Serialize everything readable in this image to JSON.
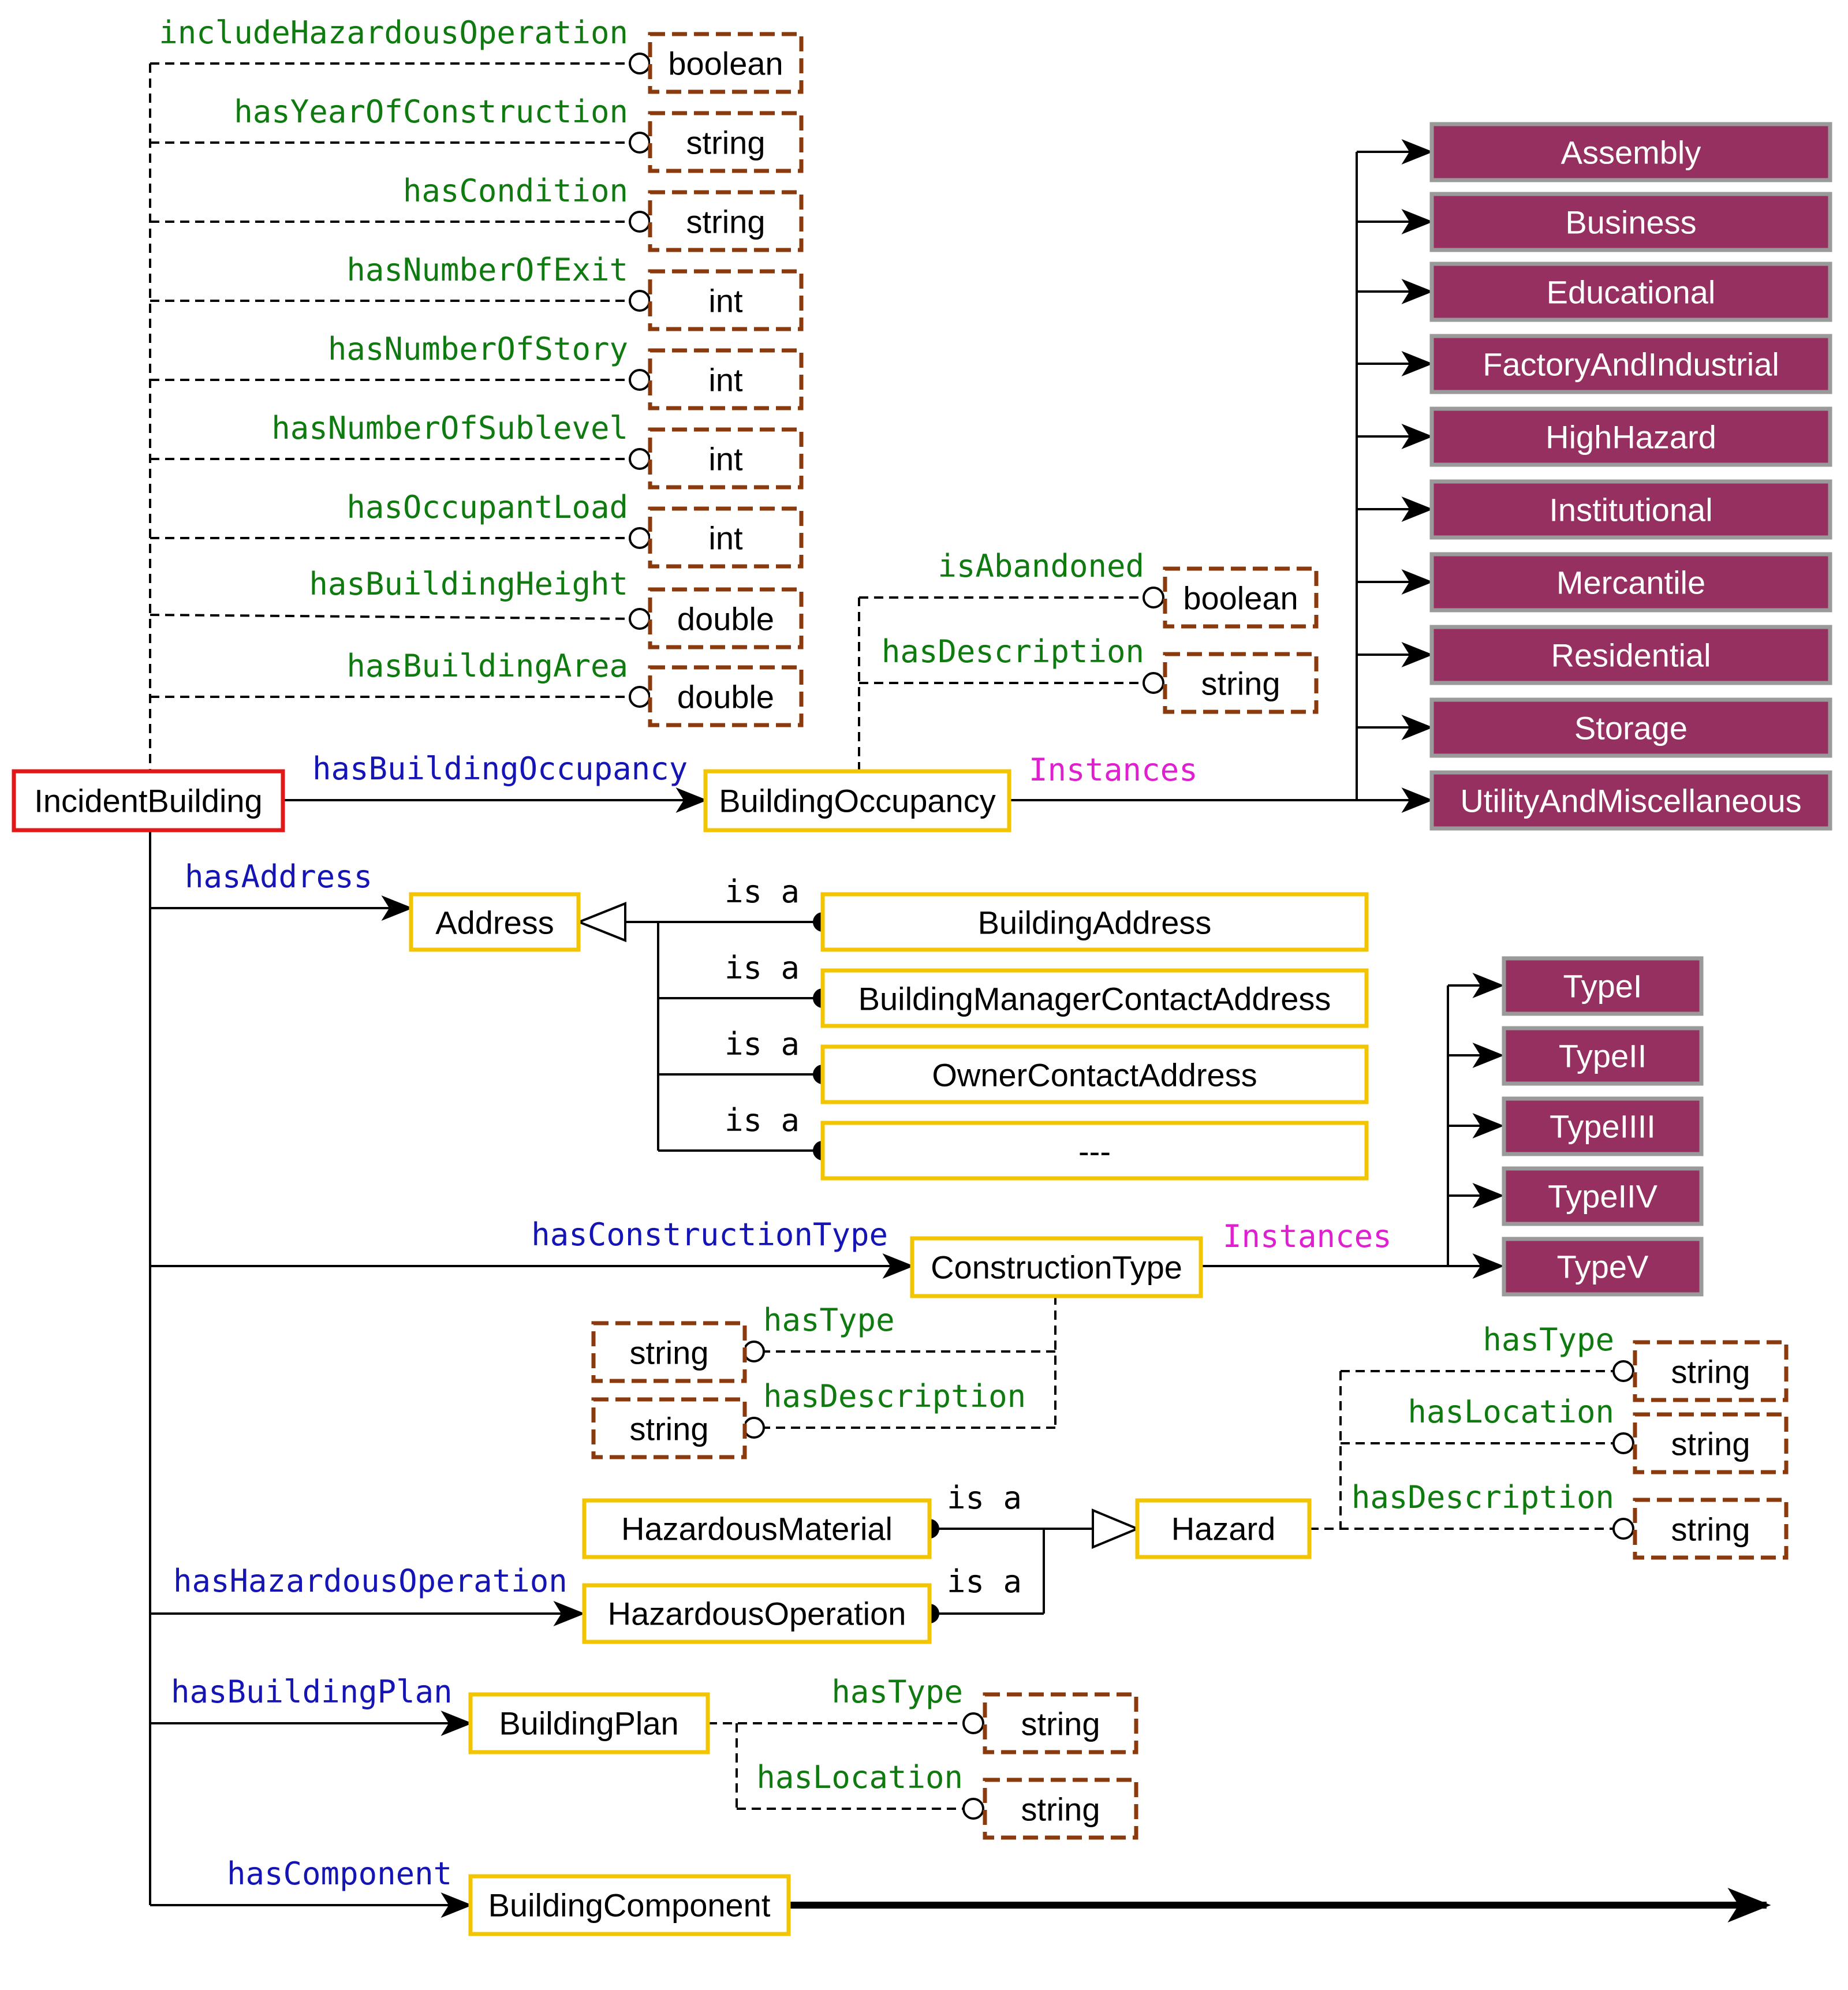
{
  "root": {
    "label": "IncidentBuilding"
  },
  "building_properties": [
    {
      "property": "includeHazardousOperation",
      "datatype": "boolean"
    },
    {
      "property": "hasYearOfConstruction",
      "datatype": "string"
    },
    {
      "property": "hasCondition",
      "datatype": "string"
    },
    {
      "property": "hasNumberOfExit",
      "datatype": "int"
    },
    {
      "property": "hasNumberOfStory",
      "datatype": "int"
    },
    {
      "property": "hasNumberOfSublevel",
      "datatype": "int"
    },
    {
      "property": "hasOccupantLoad",
      "datatype": "int"
    },
    {
      "property": "hasBuildingHeight",
      "datatype": "double"
    },
    {
      "property": "hasBuildingArea",
      "datatype": "double"
    }
  ],
  "occupancy": {
    "relation": "hasBuildingOccupancy",
    "label": "BuildingOccupancy",
    "properties": [
      {
        "property": "isAbandoned",
        "datatype": "boolean"
      },
      {
        "property": "hasDescription",
        "datatype": "string"
      }
    ],
    "instances_label": "Instances",
    "instances": [
      "Assembly",
      "Business",
      "Educational",
      "FactoryAndIndustrial",
      "HighHazard",
      "Institutional",
      "Mercantile",
      "Residential",
      "Storage",
      "UtilityAndMiscellaneous"
    ]
  },
  "address": {
    "relation": "hasAddress",
    "label": "Address",
    "isa_label": "is a",
    "subclasses": [
      "BuildingAddress",
      "BuildingManagerContactAddress",
      "OwnerContactAddress",
      "---"
    ]
  },
  "construction": {
    "relation": "hasConstructionType",
    "label": "ConstructionType",
    "instances_label": "Instances",
    "instances": [
      "TypeI",
      "TypeII",
      "TypeIIII",
      "TypeIIV",
      "TypeV"
    ],
    "properties": [
      {
        "property": "hasType",
        "datatype": "string"
      },
      {
        "property": "hasDescription",
        "datatype": "string"
      }
    ]
  },
  "hazard": {
    "label": "Hazard",
    "isa_label": "is a",
    "subclasses": [
      "HazardousMaterial",
      "HazardousOperation"
    ],
    "properties": [
      {
        "property": "hasType",
        "datatype": "string"
      },
      {
        "property": "hasLocation",
        "datatype": "string"
      },
      {
        "property": "hasDescription",
        "datatype": "string"
      }
    ]
  },
  "hazardous_operation": {
    "relation": "hasHazardousOperation"
  },
  "building_plan": {
    "relation": "hasBuildingPlan",
    "label": "BuildingPlan",
    "properties": [
      {
        "property": "hasType",
        "datatype": "string"
      },
      {
        "property": "hasLocation",
        "datatype": "string"
      }
    ]
  },
  "component": {
    "relation": "hasComponent",
    "label": "BuildingComponent"
  },
  "colors": {
    "root_border": "#e01818",
    "class_border": "#f2c500",
    "datatype_border": "#8b3a0e",
    "instance_fill": "#963060",
    "instance_border": "#9a9a9a",
    "data_property": "#0f7a0f",
    "object_property": "#1515b5",
    "instances_label": "#e020d0"
  }
}
